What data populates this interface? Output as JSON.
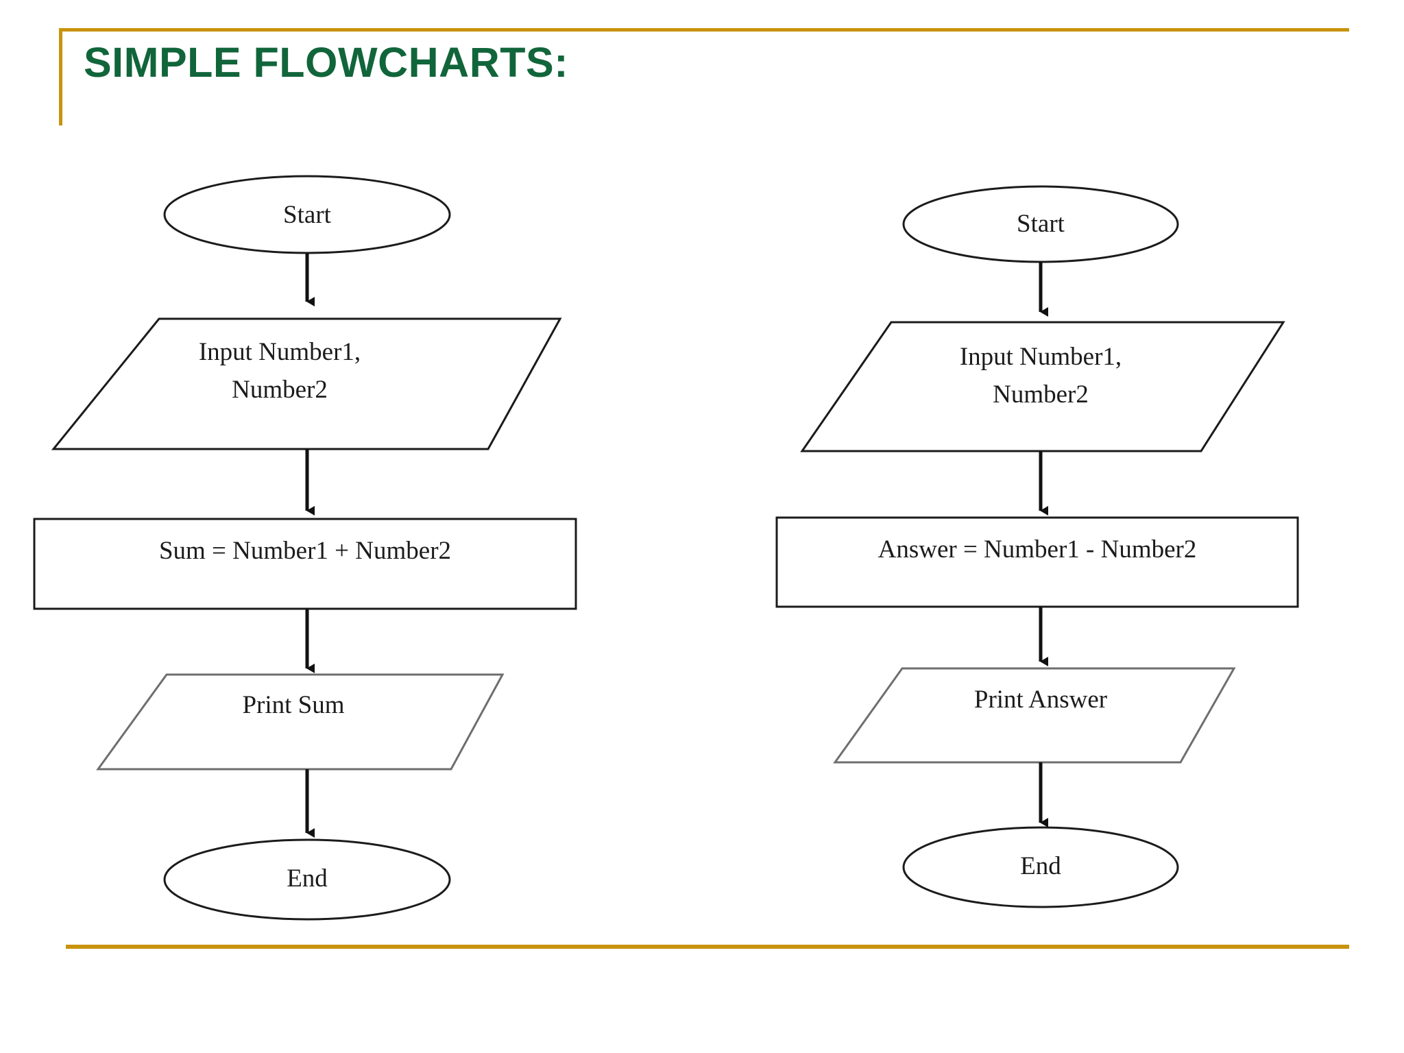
{
  "slide": {
    "title": "SIMPLE FLOWCHARTS:",
    "accent_color": "#c8930e",
    "title_color": "#11653a",
    "background": "#ffffff",
    "shape_stroke": "#1b1b1b",
    "shape_fill": "#ffffff"
  },
  "chart_data": {
    "type": "diagram",
    "diagram_kind": "flowchart",
    "title": "SIMPLE FLOWCHARTS:",
    "charts": [
      {
        "name": "addition-flowchart",
        "nodes": [
          {
            "id": "start",
            "shape": "terminator",
            "text": "Start"
          },
          {
            "id": "input",
            "shape": "parallelogram",
            "text": "Input Number1,\nNumber2"
          },
          {
            "id": "proc",
            "shape": "rectangle",
            "text": "Sum = Number1  + Number2"
          },
          {
            "id": "output",
            "shape": "parallelogram",
            "text": "Print Sum"
          },
          {
            "id": "end",
            "shape": "terminator",
            "text": "End"
          }
        ],
        "edges": [
          {
            "from": "start",
            "to": "input",
            "label": ""
          },
          {
            "from": "input",
            "to": "proc",
            "label": ""
          },
          {
            "from": "proc",
            "to": "output",
            "label": ""
          },
          {
            "from": "output",
            "to": "end",
            "label": ""
          }
        ]
      },
      {
        "name": "subtraction-flowchart",
        "nodes": [
          {
            "id": "start",
            "shape": "terminator",
            "text": "Start"
          },
          {
            "id": "input",
            "shape": "parallelogram",
            "text": "Input Number1,\nNumber2"
          },
          {
            "id": "proc",
            "shape": "rectangle",
            "text": "Answer = Number1  -  Number2"
          },
          {
            "id": "output",
            "shape": "parallelogram",
            "text": "Print Answer"
          },
          {
            "id": "end",
            "shape": "terminator",
            "text": "End"
          }
        ],
        "edges": [
          {
            "from": "start",
            "to": "input",
            "label": ""
          },
          {
            "from": "input",
            "to": "proc",
            "label": ""
          },
          {
            "from": "proc",
            "to": "output",
            "label": ""
          },
          {
            "from": "output",
            "to": "end",
            "label": ""
          }
        ]
      }
    ]
  },
  "left_chart": {
    "start": "Start",
    "input_line1": "Input Number1,",
    "input_line2": "Number2",
    "process": "Sum = Number1  + Number2",
    "output": "Print Sum",
    "end": "End"
  },
  "right_chart": {
    "start": "Start",
    "input_line1": "Input Number1,",
    "input_line2": "Number2",
    "process": "Answer = Number1  -  Number2",
    "output": "Print Answer",
    "end": "End"
  }
}
